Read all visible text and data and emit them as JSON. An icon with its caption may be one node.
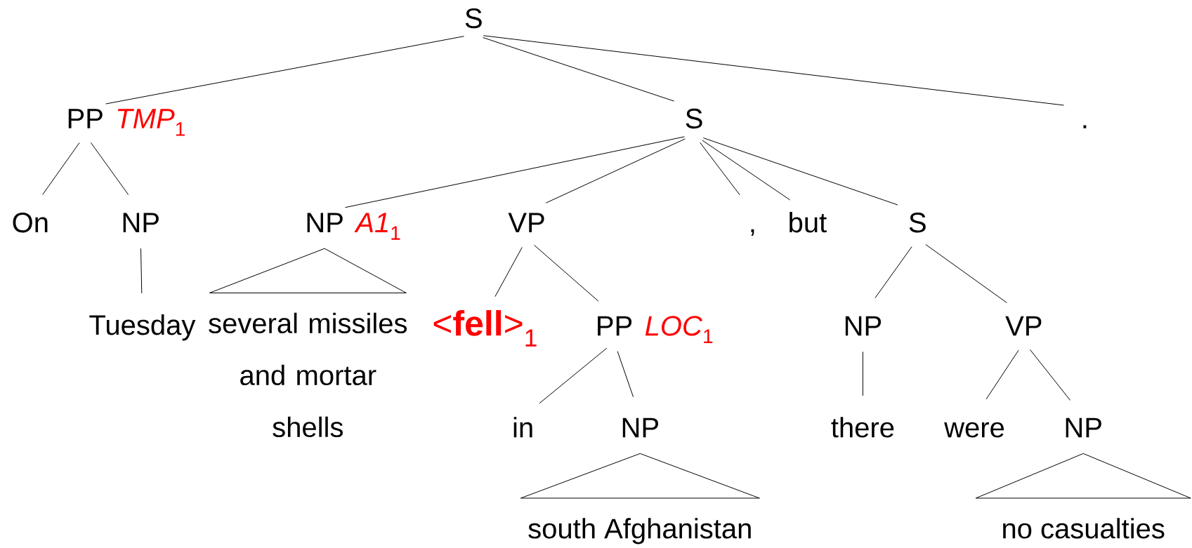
{
  "diagram": {
    "nodes": [
      {
        "text": [
          "S"
        ]
      },
      {
        "text": [
          "PP"
        ],
        "beside": [
          "*TMP*$_{1}$"
        ]
      },
      {
        "text": [
          "S"
        ]
      },
      {
        "text": [
          "."
        ]
      },
      {
        "text": [
          "On"
        ]
      },
      {
        "text": [
          "NP"
        ]
      },
      {
        "text": [
          "NP"
        ],
        "beside": [
          "*A1*$_{1}$"
        ]
      },
      {
        "text": [
          "VP"
        ]
      },
      {
        "text": [
          ","
        ]
      },
      {
        "text": [
          "but"
        ]
      },
      {
        "text": [
          "S"
        ]
      },
      {
        "text": [
          "Tuesday"
        ]
      },
      {
        "text": [
          "several missiles and mortar shells"
        ]
      },
      {
        "text": [
          "<**fell**>$_{1}$"
        ]
      },
      {
        "text": [
          "PP"
        ],
        "beside": [
          "*LOC*$_{1}$"
        ]
      },
      {
        "text": [
          "NP"
        ]
      },
      {
        "text": [
          "VP"
        ]
      },
      {
        "text": [
          "in"
        ]
      },
      {
        "text": [
          "NP"
        ]
      },
      {
        "text": [
          "there"
        ]
      },
      {
        "text": [
          "were"
        ]
      },
      {
        "text": [
          "NP"
        ]
      },
      {
        "text": [
          "south Afghanistan"
        ]
      },
      {
        "text": [
          "no casualties"
        ]
      }
    ],
    "edges": [
      {
        "from": 0,
        "to": 1,
        "arrow": "none"
      },
      {
        "from": 0,
        "to": 2,
        "arrow": "none"
      },
      {
        "from": 0,
        "to": 3,
        "arrow": "none"
      },
      {
        "from": 1,
        "to": 4,
        "arrow": "none"
      },
      {
        "from": 1,
        "to": 5,
        "arrow": "none"
      },
      {
        "from": 2,
        "to": 6,
        "arrow": "none"
      },
      {
        "from": 2,
        "to": 7,
        "arrow": "none"
      },
      {
        "from": 2,
        "to": 8,
        "arrow": "none"
      },
      {
        "from": 2,
        "to": 9,
        "arrow": "none"
      },
      {
        "from": 2,
        "to": 10,
        "arrow": "none"
      },
      {
        "from": 5,
        "to": 11,
        "arrow": "none"
      },
      {
        "from": 6,
        "to": 12,
        "arrow": "none"
      },
      {
        "from": 7,
        "to": 13,
        "arrow": "none"
      },
      {
        "from": 7,
        "to": 14,
        "arrow": "none"
      },
      {
        "from": 10,
        "to": 15,
        "arrow": "none"
      },
      {
        "from": 10,
        "to": 16,
        "arrow": "none"
      },
      {
        "from": 14,
        "to": 17,
        "arrow": "none"
      },
      {
        "from": 14,
        "to": 18,
        "arrow": "none"
      },
      {
        "from": 15,
        "to": 19,
        "arrow": "none"
      },
      {
        "from": 16,
        "to": 20,
        "arrow": "none"
      },
      {
        "from": 16,
        "to": 21,
        "arrow": "none"
      },
      {
        "from": 18,
        "to": 22,
        "arrow": "none"
      },
      {
        "from": 21,
        "to": 23,
        "arrow": "none"
      }
    ]
  }
}
